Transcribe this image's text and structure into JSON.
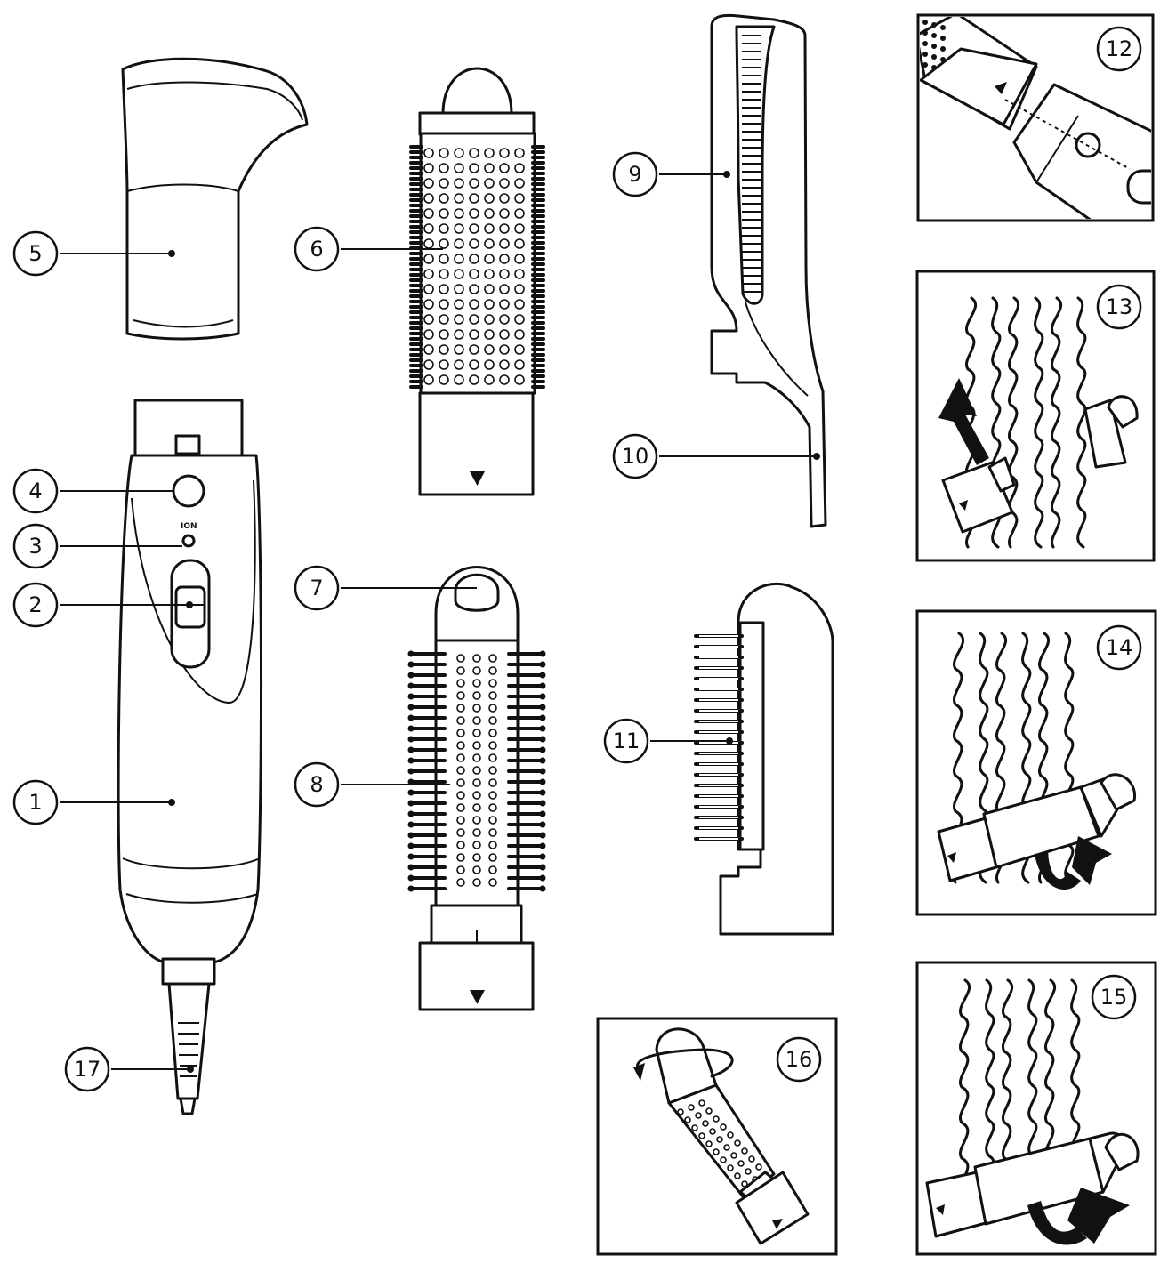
{
  "labels": {
    "l1": "1",
    "l2": "2",
    "l3": "3",
    "l4": "4",
    "l5": "5",
    "l6": "6",
    "l7": "7",
    "l8": "8",
    "l9": "9",
    "l10": "10",
    "l11": "11",
    "l12": "12",
    "l13": "13",
    "l14": "14",
    "l15": "15",
    "l16": "16",
    "l17": "17"
  },
  "ion_text": "ION"
}
